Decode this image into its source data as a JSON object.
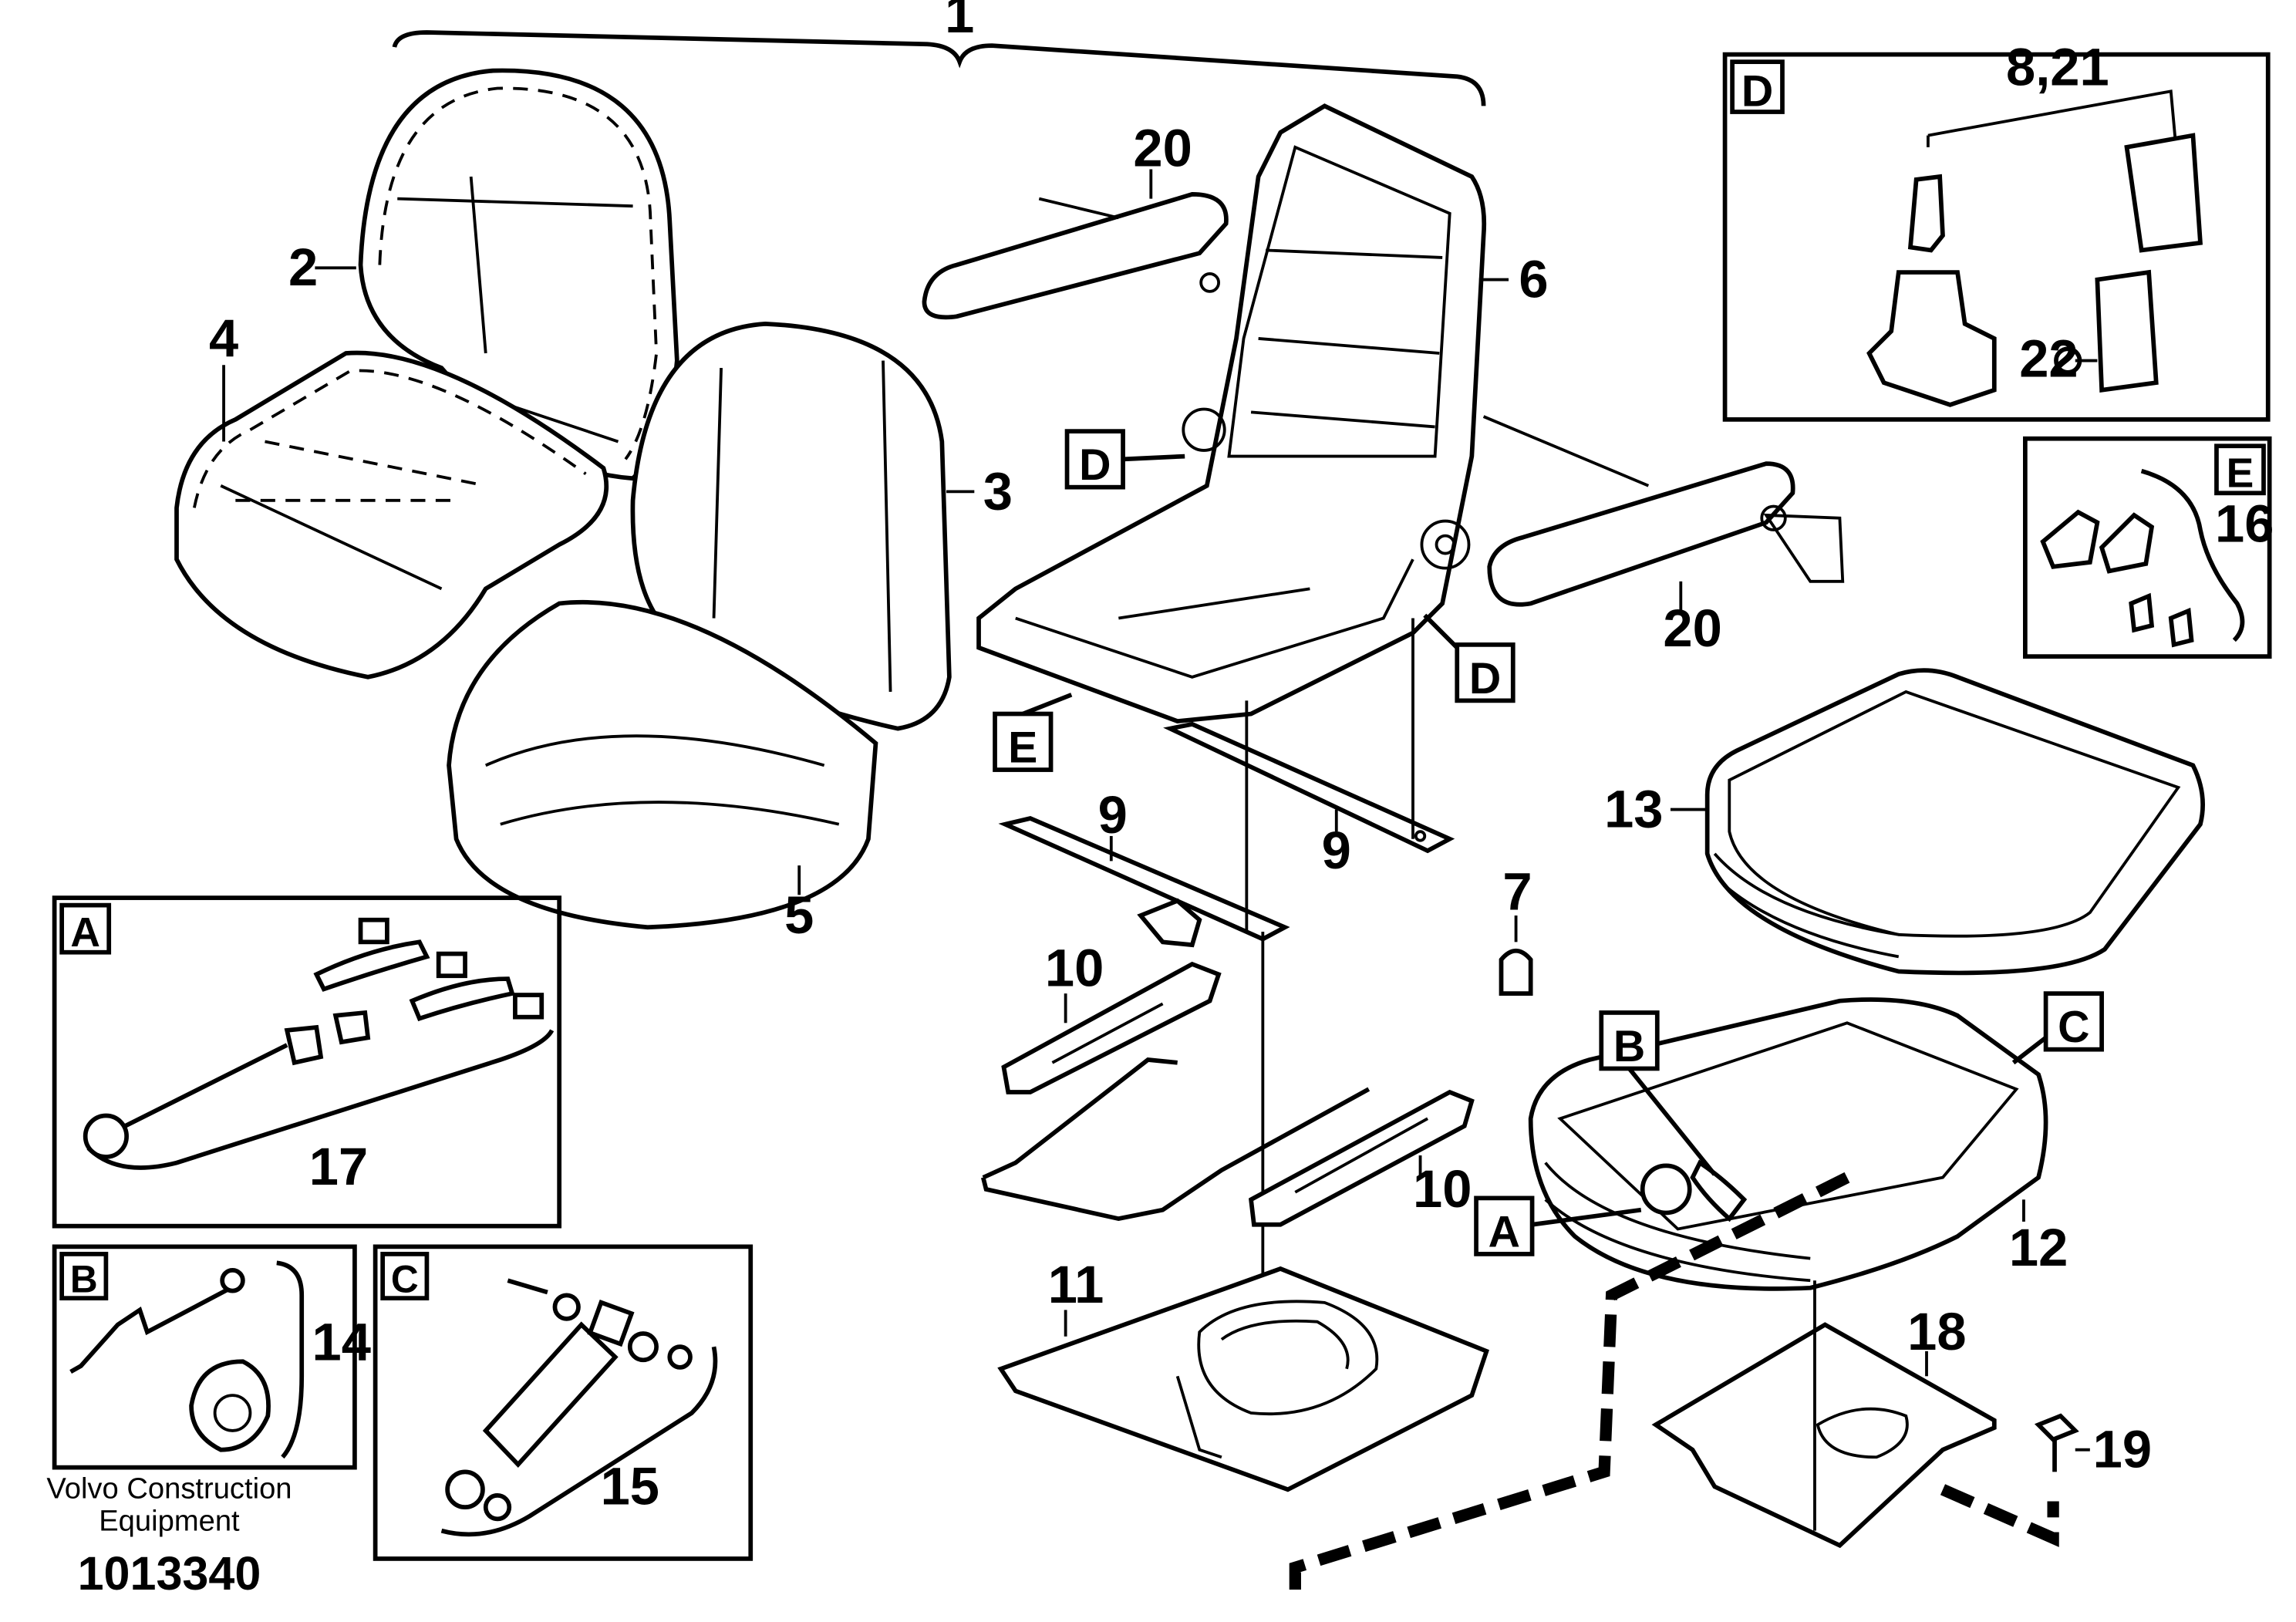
{
  "labels": {
    "assembly": "1",
    "backrest_cover": "2",
    "backrest_cushion": "3",
    "seat_cover": "4",
    "seat_cushion": "5",
    "frame": "6",
    "plug": "7",
    "belt": "8,21",
    "rail_left": "9",
    "rail_right": "9",
    "slide_left": "10",
    "slide_right": "10",
    "base_plate": "11",
    "suspension": "12",
    "bellows": "13",
    "kit_b": "14",
    "kit_c": "15",
    "kit_e": "16",
    "kit_a": "17",
    "bracket": "18",
    "bolt": "19",
    "armrest_left": "20",
    "armrest_right": "20",
    "belt_washer": "22"
  },
  "detail_boxes": {
    "A": "A",
    "B": "B",
    "C": "C",
    "D": "D",
    "E": "E"
  },
  "callouts": {
    "D_left": "D",
    "D_right": "D",
    "E": "E",
    "B": "B",
    "C": "C",
    "A": "A"
  },
  "footer": {
    "company_line1": "Volvo Construction",
    "company_line2": "Equipment",
    "drawing_number": "1013340"
  }
}
